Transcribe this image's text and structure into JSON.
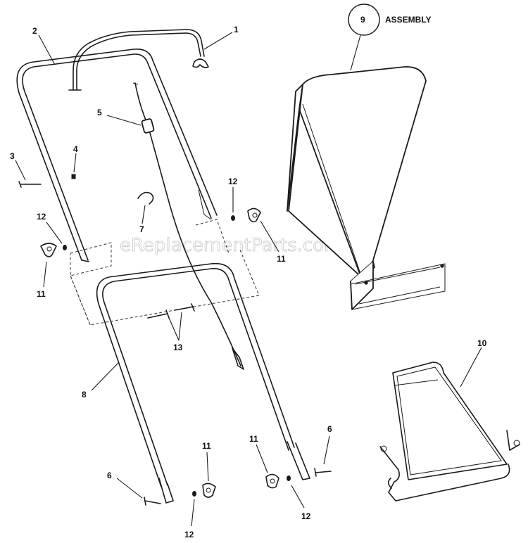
{
  "diagram": {
    "callouts": {
      "c1": "1",
      "c2": "2",
      "c3": "3",
      "c4": "4",
      "c5": "5",
      "c7": "7",
      "c8": "8",
      "c9": "9",
      "c10": "10",
      "c11a": "11",
      "c11b": "11",
      "c11c": "11",
      "c11d": "11",
      "c12a": "12",
      "c12b": "12",
      "c12c": "12",
      "c12d": "12",
      "c13": "13",
      "c6a": "6",
      "c6b": "6"
    },
    "assembly_label": "ASSEMBLY",
    "watermark": "eReplacementParts.com"
  }
}
